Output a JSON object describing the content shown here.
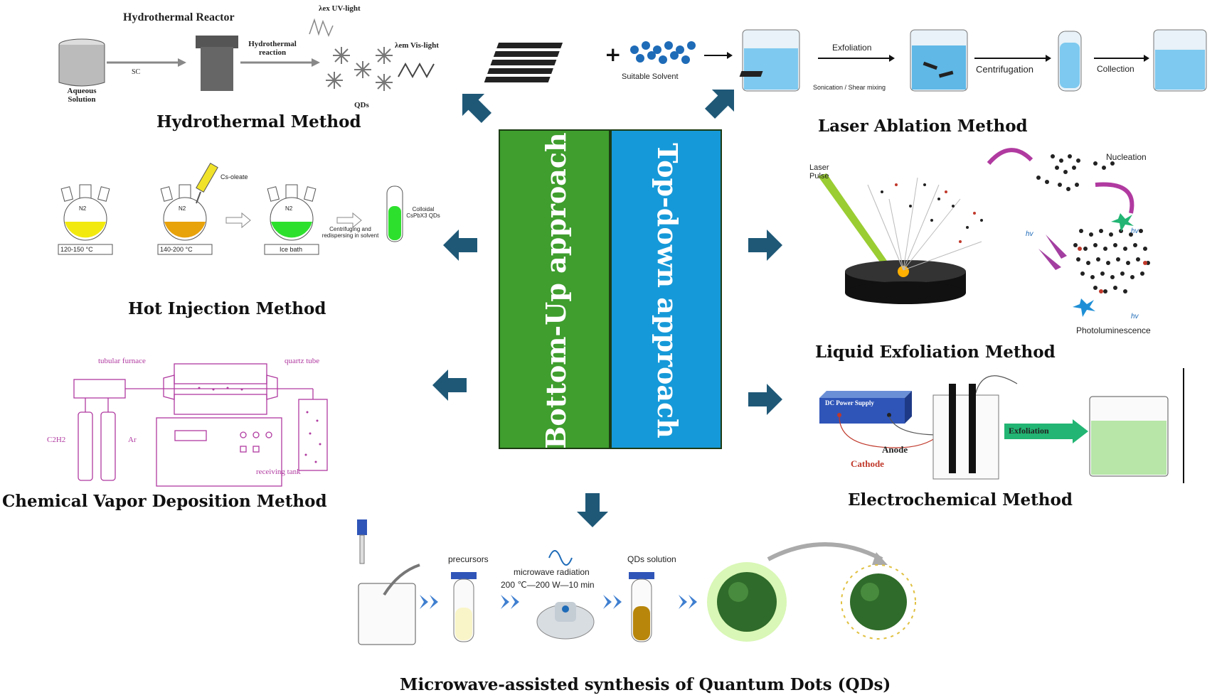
{
  "center": {
    "bottom_up": "Bottom-Up approach",
    "top_down": "Top-down approach"
  },
  "methods": {
    "hydrothermal": "Hydrothermal Method",
    "hot_injection": "Hot Injection Method",
    "cvd": "Chemical Vapor Deposition Method",
    "laser_ablation": "Laser Ablation Method",
    "liquid_exfoliation": "Liquid Exfoliation Method",
    "electrochemical": "Electrochemical Method",
    "microwave": "Microwave-assisted synthesis of Quantum Dots (QDs)"
  },
  "hydrothermal_panel": {
    "reactor": "Hydrothermal Reactor",
    "reaction": "Hydrothermal reaction",
    "aqueous": "Aqueous Solution",
    "uv": "λex UV-light",
    "vis": "λem Vis-light",
    "qds": "QDs",
    "sc": "SC"
  },
  "hot_injection_panel": {
    "temp1": "120-150 °C",
    "temp2": "140-200 °C",
    "ice": "Ice bath",
    "cs_oleate": "Cs-oleate",
    "centrifuge": "Centrifuging and redispersing in solvent",
    "colloidal": "Colloidal CsPbX3 QDs",
    "n2": "N2"
  },
  "cvd_panel": {
    "furnace": "tubular furnace",
    "quartz": "quartz tube",
    "receiving": "receiving tank",
    "c2h2": "C2H2",
    "ar": "Ar"
  },
  "laser_panel": {
    "solvent": "Suitable Solvent",
    "exfoliation": "Exfoliation",
    "sonication": "Sonication / Shear mixing",
    "centrifugation": "Centrifugation",
    "collection": "Collection"
  },
  "liquid_panel": {
    "laser_pulse": "Laser Pulse",
    "nucleation": "Nucleation",
    "photoluminescence": "Photoluminescence",
    "hv": "hv"
  },
  "electro_panel": {
    "power": "DC Power Supply",
    "anode": "Anode",
    "cathode": "Cathode",
    "exfoliation": "Exfoliation"
  },
  "microwave_panel": {
    "precursors": "precursors",
    "radiation": "microwave radiation",
    "conditions": "200 ℃—200 W—10 min",
    "solution": "QDs solution"
  },
  "colors": {
    "arrow": "#1f5877",
    "green_box": "#3f9e2e",
    "blue_box": "#1699d8"
  }
}
